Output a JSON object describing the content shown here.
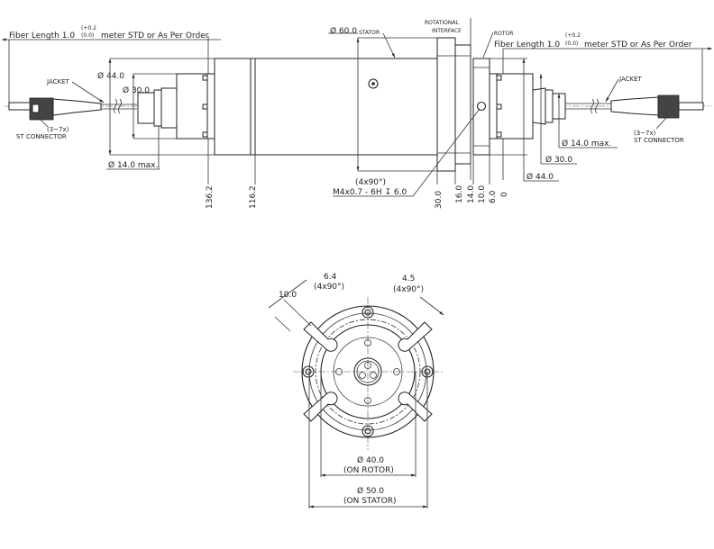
{
  "side_view": {
    "fiber_left": {
      "label": "Fiber Length 1.0",
      "tol_plus": "(+0.2",
      "tol_minus": "(0.0)",
      "suffix": "meter STD or As Per Order"
    },
    "fiber_right": {
      "label": "Fiber Length 1.0",
      "tol_plus": "(+0.2",
      "tol_minus": "(0.0)",
      "suffix": "meter STD or As Per Order"
    },
    "jacket_left": "JACKET",
    "jacket_right": "JACKET",
    "connector_qty_left": "(3~7x)",
    "connector_left": "ST CONNECTOR",
    "connector_qty_right": "(3~7x)",
    "connector_right": "ST CONNECTOR",
    "dia44_left": "Ø 44.0",
    "dia30_left": "Ø 30.0",
    "dia14_left": "Ø 14.0 max.",
    "dia60": "Ø 60.0",
    "stator": "STATOR",
    "rotational_1": "ROTATIONAL",
    "rotational_2": "INTERFACE",
    "rotor": "ROTOR",
    "dia14_right": "Ø 14.0 max.",
    "dia30_right": "Ø 30.0",
    "dia44_right": "Ø 44.0",
    "thread_qty": "(4x90°)",
    "thread_spec": "M4x0.7 - 6H ↧ 6.0",
    "x_dims": [
      "136.2",
      "116.2",
      "30.0",
      "16.0",
      "14.0",
      "10.0",
      "6.0",
      "0"
    ]
  },
  "end_view": {
    "slot_width": "6.4",
    "slot_width_qty": "(4x90°)",
    "slot_len": "10.0",
    "slot_r": "4.5",
    "slot_r_qty": "(4x90°)",
    "rotor_dia": "Ø 40.0",
    "rotor_note": "(ON ROTOR)",
    "stator_dia": "Ø 50.0",
    "stator_note": "(ON STATOR)"
  }
}
